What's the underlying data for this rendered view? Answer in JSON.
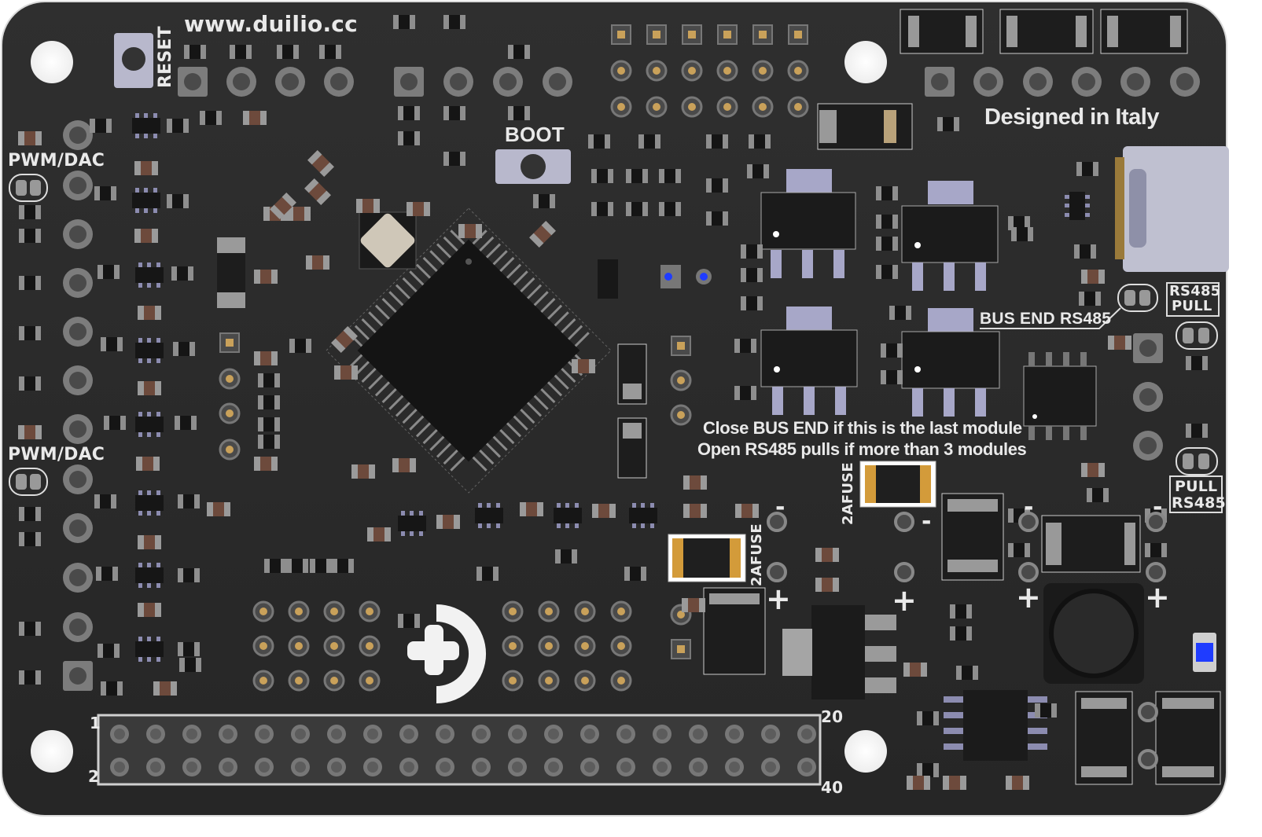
{
  "board": {
    "website": "www.duilio.cc",
    "tagline": "Designed in Italy",
    "reset_label": "RESET",
    "boot_label": "BOOT",
    "pwm_dac_label_top": "PWM/DAC",
    "pwm_dac_label_bottom": "PWM/DAC",
    "rs485_pull_label": "RS485 PULL",
    "rs485_pull_line1": "RS485",
    "rs485_pull_line2": "PULL",
    "pull_rs485_line1": "PULL",
    "pull_rs485_line2": "RS485",
    "bus_end_label": "BUS END RS485",
    "note_line1": "Close BUS END if this is the last module",
    "note_line2": "Open RS485 pulls if more than 3 modules",
    "fuse_label_a": "2AFUSE",
    "fuse_label_b": "2AFUSE",
    "header_pin_1": "1",
    "header_pin_2": "2",
    "header_pin_20": "20",
    "header_pin_40": "40",
    "minus_sign": "-",
    "plus_sign": "+"
  },
  "colors": {
    "pcb": "#2b2b2b",
    "silkscreen": "#e9e9e9",
    "pad_gold": "#c9a15a",
    "component_body": "#151515",
    "solder_metal": "#a7a7a7",
    "led_blue": "#1f3cff"
  }
}
